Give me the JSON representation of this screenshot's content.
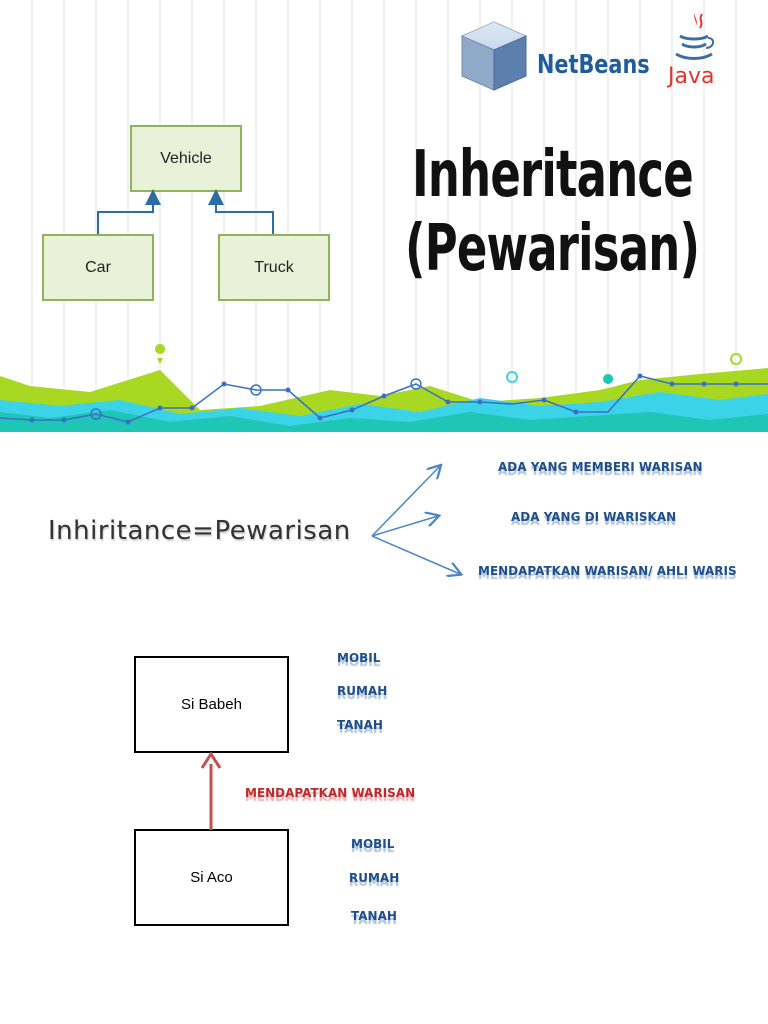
{
  "logos": {
    "netbeans_text": "NetBeans",
    "java_text": "Java"
  },
  "uml": {
    "parent": "Vehicle",
    "children": [
      "Car",
      "Truck"
    ]
  },
  "title": {
    "line1": "Inheritance",
    "line2": "(Pewarisan)"
  },
  "concept": {
    "term": "Inhiritance=Pewarisan",
    "branches": [
      "ADA YANG MEMBERI WARISAN",
      "ADA YANG DI WARISKAN",
      "MENDAPATKAN WARISAN/ AHLI WARIS"
    ]
  },
  "example": {
    "parent_box": "Si Babeh",
    "child_box": "Si Aco",
    "parent_items": [
      "MOBIL",
      "RUMAH",
      "TANAH"
    ],
    "child_items": [
      "MOBIL",
      "RUMAH",
      "TANAH"
    ],
    "arrow_label": "MENDAPATKAN WARISAN"
  },
  "colors": {
    "uml_fill": "#e9f2d9",
    "uml_border": "#8fb35a",
    "arrow_blue": "#2e6da4",
    "label_blue": "#1e4e8c",
    "label_red": "#c0282d",
    "wave_green": "#a8d821",
    "wave_teal": "#1fc5b5",
    "wave_cyan": "#3ad3e8"
  }
}
